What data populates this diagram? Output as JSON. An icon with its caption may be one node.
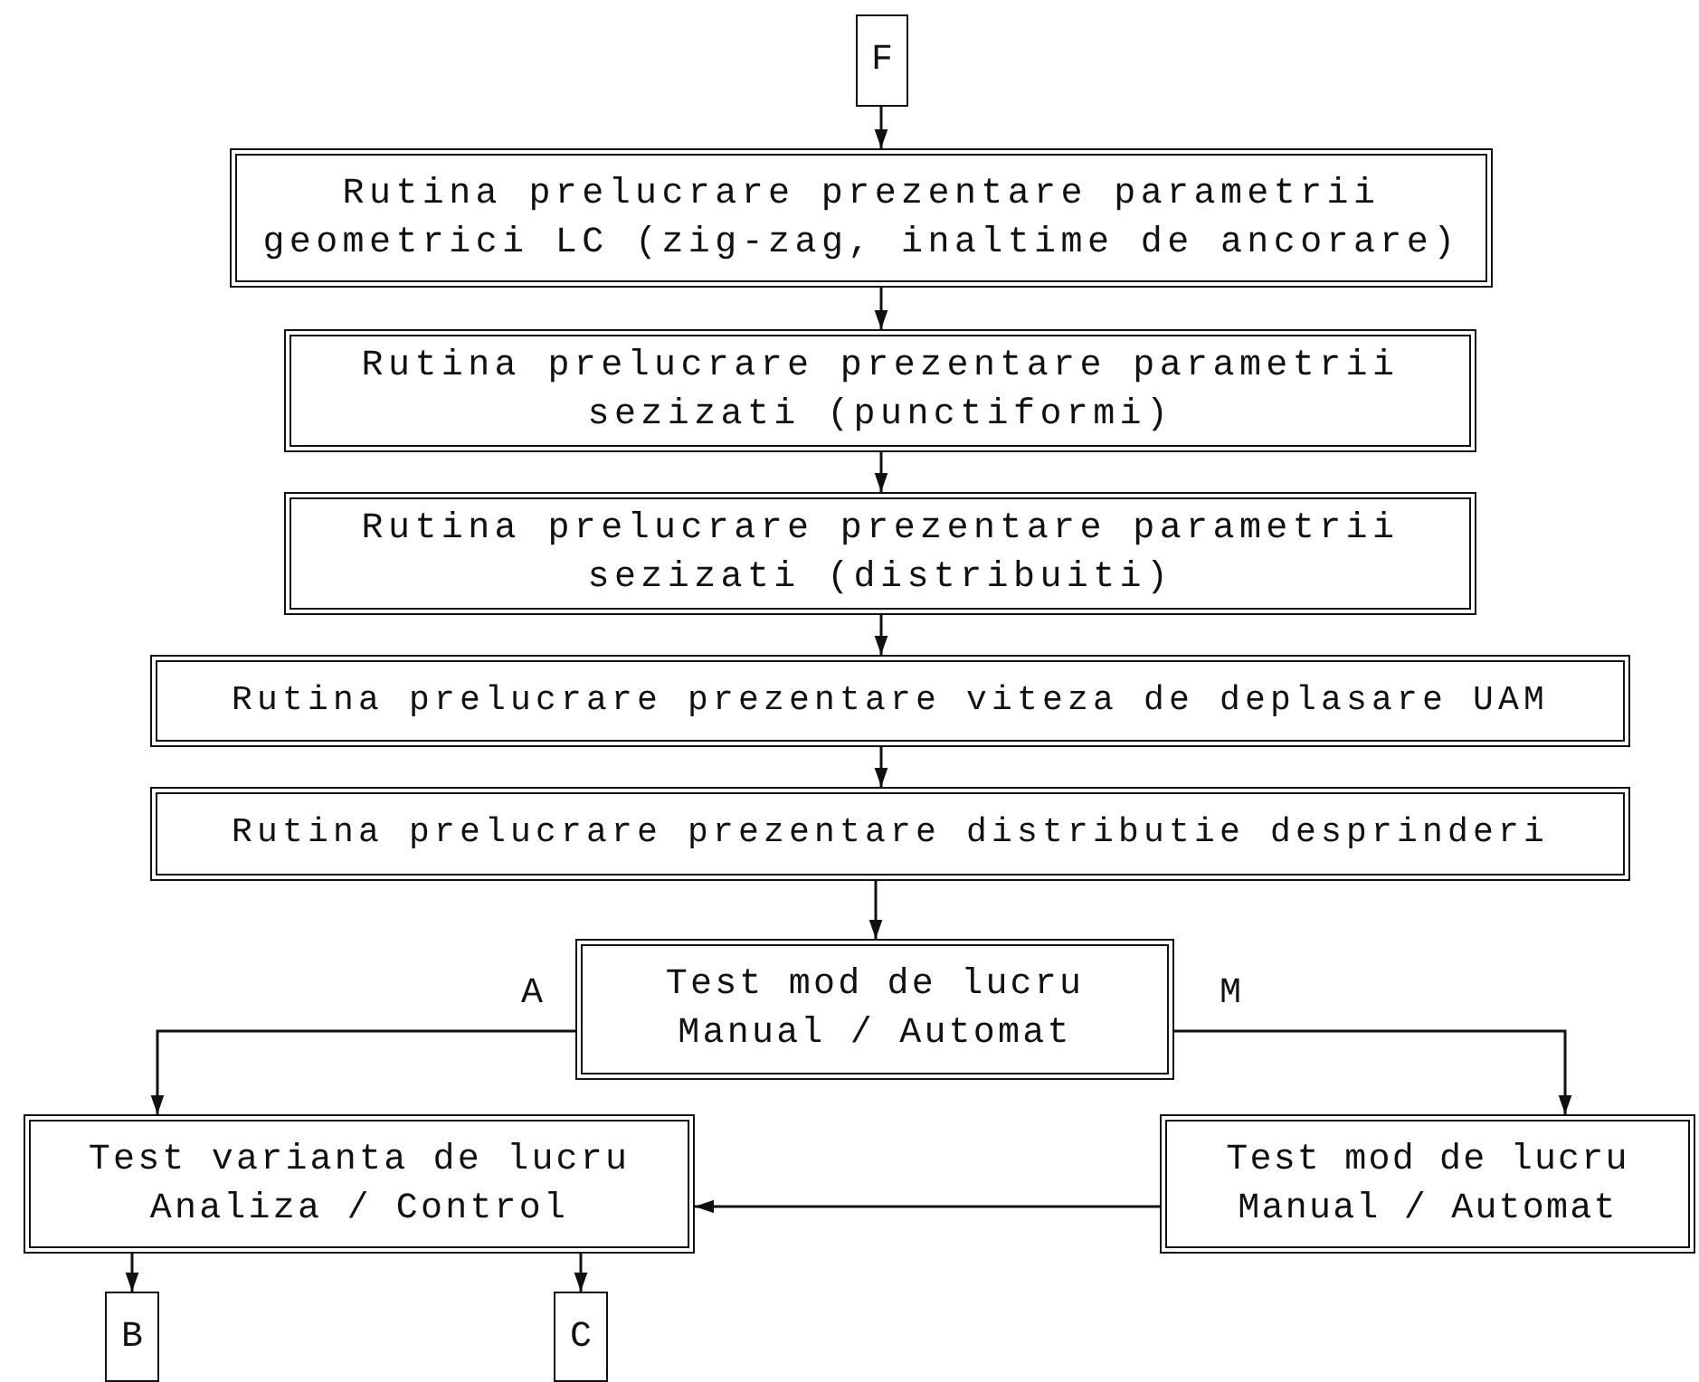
{
  "diagram": {
    "nodes": [
      {
        "text": [
          "F"
        ]
      },
      {
        "text": [
          "Rutina prelucrare prezentare parametrii geometrici LC (zig-zag, inaltime de ancorare)"
        ]
      },
      {
        "text": [
          "Rutina prelucrare prezentare parametrii sezizati (punctiformi)"
        ]
      },
      {
        "text": [
          "Rutina prelucrare prezentare parametrii sezizati (distribuiti)"
        ]
      },
      {
        "text": [
          "Rutina prelucrare prezentare viteza de deplasare UAM"
        ]
      },
      {
        "text": [
          "Rutina prelucrare prezentare distributie desprinderi"
        ]
      },
      {
        "text": [
          "Test mod de lucru Manual / Automat"
        ]
      },
      {
        "text": [
          "Test varianta de lucru Analiza / Control"
        ]
      },
      {
        "text": [
          "Test mod de lucru Manual / Automat"
        ]
      },
      {
        "text": [
          "B"
        ]
      },
      {
        "text": [
          "C"
        ]
      }
    ],
    "edges": [
      {
        "from": 0,
        "to": 1,
        "arrow": "to"
      },
      {
        "from": 1,
        "to": 2,
        "arrow": "to"
      },
      {
        "from": 2,
        "to": 3,
        "arrow": "to"
      },
      {
        "from": 3,
        "to": 4,
        "arrow": "to"
      },
      {
        "from": 4,
        "to": 5,
        "arrow": "to"
      },
      {
        "from": 5,
        "to": 6,
        "arrow": "to"
      },
      {
        "from": 6,
        "to": 7,
        "arrow": "to",
        "label": "A"
      },
      {
        "from": 6,
        "to": 8,
        "arrow": "to",
        "label": "M"
      },
      {
        "from": 8,
        "to": 7,
        "arrow": "to"
      },
      {
        "from": 7,
        "to": 9,
        "arrow": "to"
      },
      {
        "from": 7,
        "to": 10,
        "arrow": "to"
      }
    ]
  }
}
